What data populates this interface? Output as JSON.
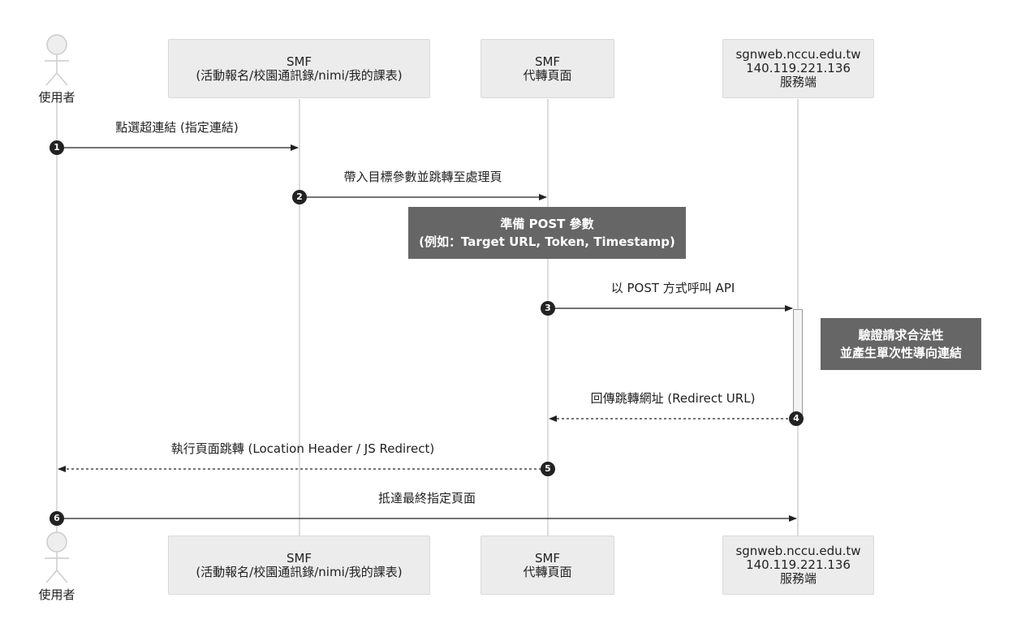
{
  "participants": {
    "user": {
      "label": "使用者"
    },
    "smf1": {
      "lines": [
        "SMF",
        "(活動報名/校園通訊錄/nimi/我的課表)"
      ]
    },
    "smf2": {
      "lines": [
        "SMF",
        "代轉頁面"
      ]
    },
    "server": {
      "lines": [
        "sgnweb.nccu.edu.tw",
        "140.119.221.136",
        "服務端"
      ]
    }
  },
  "messages": [
    {
      "num": "1",
      "label": "點選超連結 (指定連結)"
    },
    {
      "num": "2",
      "label": "帶入目標參數並跳轉至處理頁"
    },
    {
      "num": "3",
      "label": "以 POST 方式呼叫 API"
    },
    {
      "num": "4",
      "label": "回傳跳轉網址 (Redirect URL)"
    },
    {
      "num": "5",
      "label": "執行頁面跳轉 (Location Header / JS Redirect)"
    },
    {
      "num": "6",
      "label": "抵達最終指定頁面"
    }
  ],
  "notes": {
    "prepare": {
      "lines": [
        "準備 POST 參數",
        "(例如：Target URL, Token, Timestamp)"
      ]
    },
    "validate": {
      "lines": [
        "驗證請求合法性",
        "並產生單次性導向連結"
      ]
    }
  },
  "colors": {
    "lifeline": "#dddddd",
    "box_bg": "#ececec",
    "note_bg": "#666666",
    "arrow": "#222222"
  }
}
